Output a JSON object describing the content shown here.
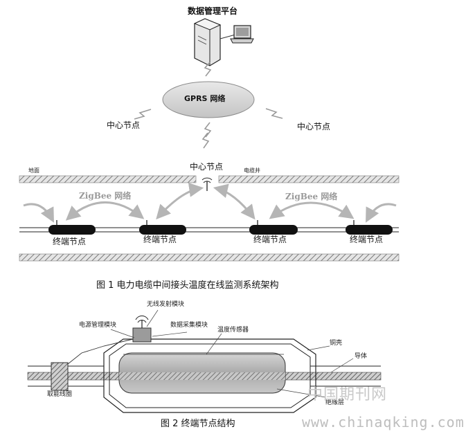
{
  "fig1": {
    "platform_label": "数据管理平台",
    "gprs_label": "GPRS 网络",
    "center_node_left": "中心节点",
    "center_node_right": "中心节点",
    "center_node_mid": "中心节点",
    "ground_label": "地面",
    "well_label": "电缆井",
    "zigbee_left": "ZigBee 网络",
    "zigbee_right": "ZigBee 网络",
    "terminal_nodes": [
      "终端节点",
      "终端节点",
      "终端节点",
      "终端节点"
    ],
    "caption": "图 1  电力电缆中间接头温度在线监测系统架构"
  },
  "fig2": {
    "wireless_module": "无线发射模块",
    "power_module": "电源管理模块",
    "data_module": "数据采集模块",
    "temp_sensor": "温度传感器",
    "copper_shell": "铜壳",
    "conductor": "导体",
    "insulation": "绝缘层",
    "coil": "取能线圈",
    "caption": "图 2    终端节点结构"
  },
  "watermark": {
    "cn": "中国期刊网",
    "url": "www.chinaqking.com"
  }
}
